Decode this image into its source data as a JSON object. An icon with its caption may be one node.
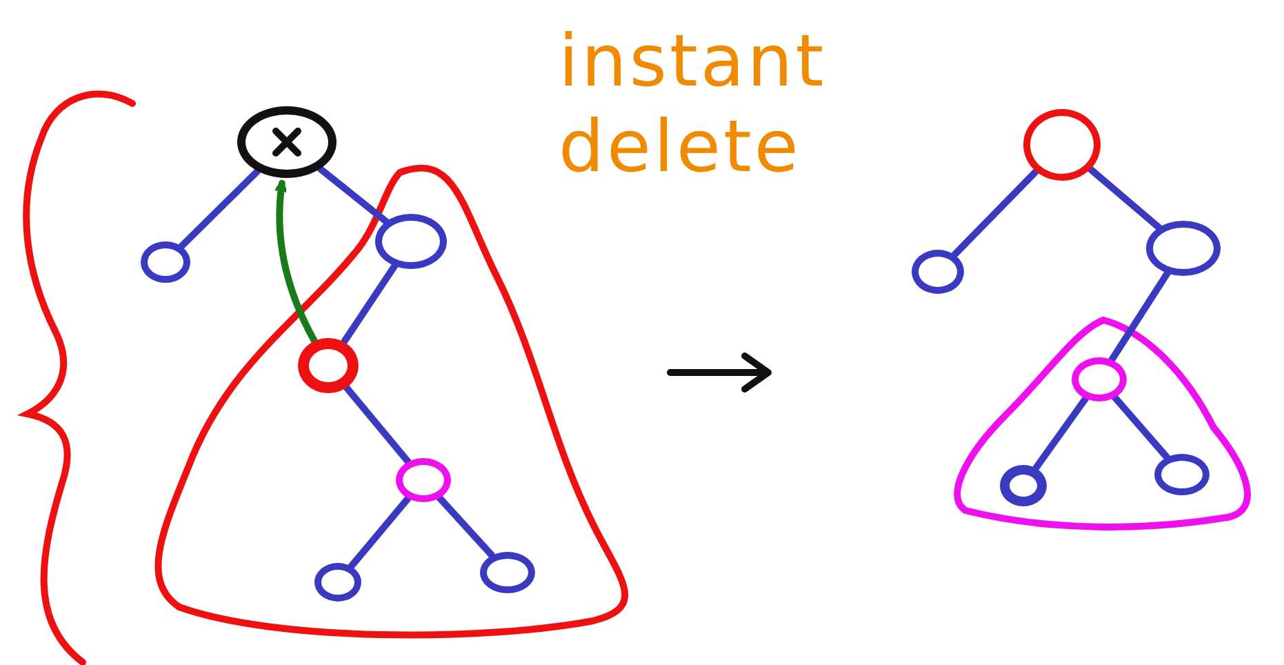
{
  "diagram": {
    "nodes": [
      {
        "text": [],
        "shape": "circle"
      },
      {
        "text": [],
        "shape": "circle"
      },
      {
        "text": [],
        "shape": "circle"
      },
      {
        "text": [],
        "shape": "circle"
      },
      {
        "text": [],
        "shape": "circle"
      },
      {
        "text": [],
        "shape": "circle"
      },
      {
        "text": [],
        "shape": "circle"
      },
      {
        "text": [],
        "shape": "circle"
      },
      {
        "text": [],
        "shape": "circle"
      },
      {
        "text": [],
        "shape": "circle"
      },
      {
        "text": [],
        "shape": "circle"
      },
      {
        "text": [],
        "shape": "circle"
      },
      {
        "text": [],
        "shape": "circle"
      }
    ],
    "edges": [
      {
        "from": 0,
        "to": 1,
        "arrow": "none"
      },
      {
        "from": 0,
        "to": 2,
        "arrow": "none"
      },
      {
        "from": 2,
        "to": 3,
        "arrow": "none"
      },
      {
        "from": 3,
        "to": 0,
        "arrow": "to",
        "color": "#1a7a1a"
      },
      {
        "from": 3,
        "to": 4,
        "arrow": "none"
      },
      {
        "from": 4,
        "to": 5,
        "arrow": "none"
      },
      {
        "from": 4,
        "to": 6,
        "arrow": "none"
      },
      {
        "from": 7,
        "to": 8,
        "arrow": "none"
      },
      {
        "from": 7,
        "to": 9,
        "arrow": "none"
      },
      {
        "from": 9,
        "to": 10,
        "arrow": "none"
      },
      {
        "from": 10,
        "to": 11,
        "arrow": "none"
      },
      {
        "from": 10,
        "to": 12,
        "arrow": "none"
      }
    ],
    "labels": [
      "instant delete"
    ]
  }
}
